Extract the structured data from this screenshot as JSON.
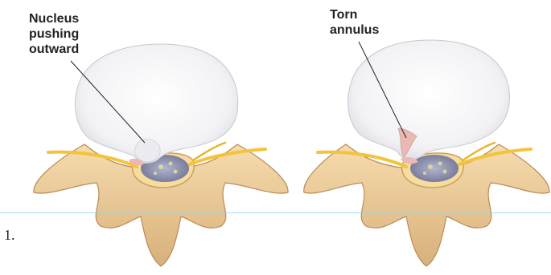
{
  "figure_number": "1.",
  "panels": [
    {
      "label_lines": [
        "Nucleus",
        "pushing",
        "outward"
      ]
    },
    {
      "label_lines": [
        "Torn",
        "annulus"
      ]
    }
  ],
  "colors": {
    "disc": "#f2f2f4",
    "disc_shadow": "#d6d6dc",
    "bone": "#f0d4a0",
    "bone_shadow": "#c99e62",
    "nerve": "#f3c43a",
    "spinal_cord": "#8e8fae",
    "nucleus_bulge": "#e9b9b4",
    "guide_line": "#8fd3e6"
  }
}
